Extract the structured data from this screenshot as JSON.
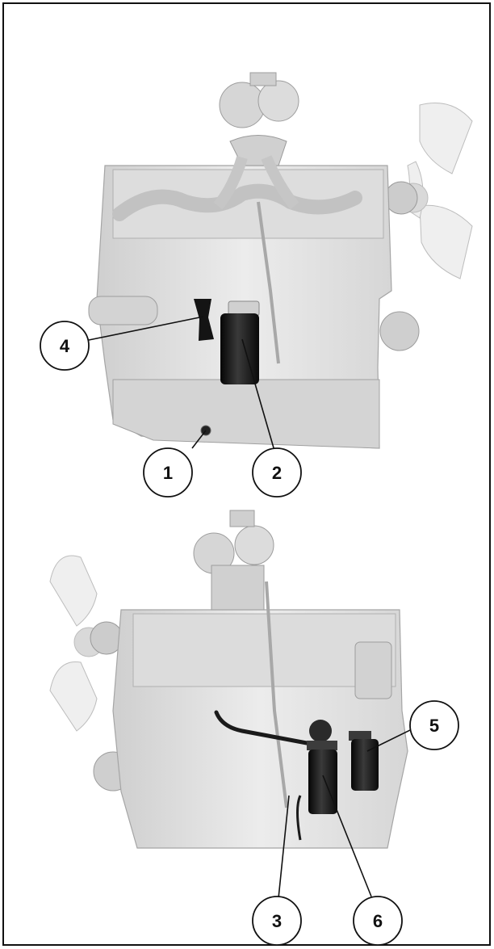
{
  "figure": {
    "callouts": [
      {
        "id": "c1",
        "label": "1"
      },
      {
        "id": "c2",
        "label": "2"
      },
      {
        "id": "c3",
        "label": "3"
      },
      {
        "id": "c4",
        "label": "4"
      },
      {
        "id": "c5",
        "label": "5"
      },
      {
        "id": "c6",
        "label": "6"
      }
    ]
  },
  "colors": {
    "engine_body": "#e4e4e4",
    "engine_shade": "#c8c8c8",
    "engine_dark": "#a9a9a9",
    "filter_black": "#141414",
    "callout_stroke": "#111111",
    "frame": "#111111"
  }
}
